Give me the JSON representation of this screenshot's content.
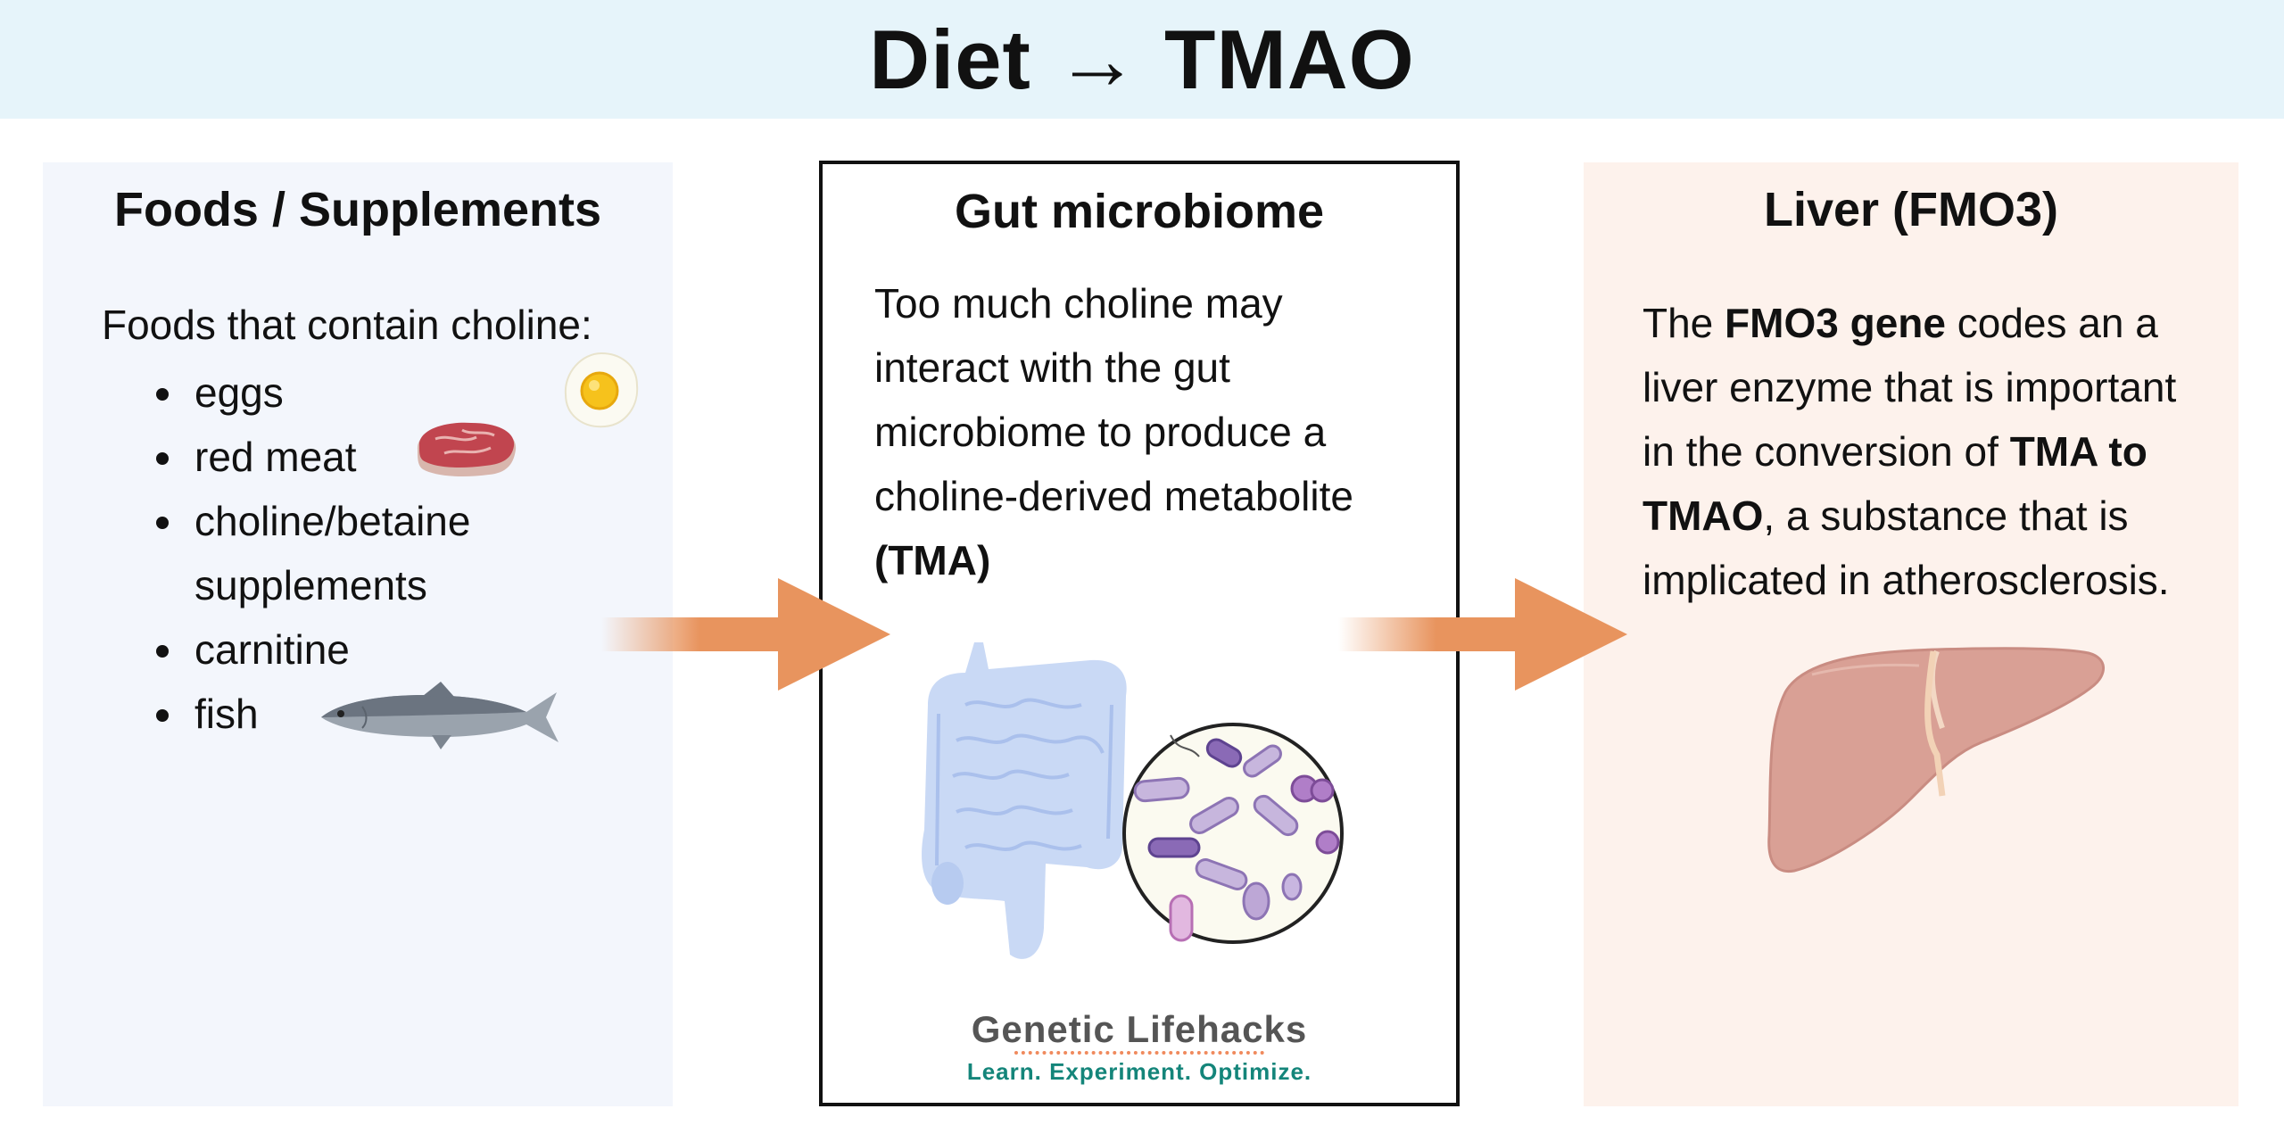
{
  "title": "Diet → TMAO",
  "foods": {
    "heading": "Foods / Supplements",
    "intro": "Foods that contain choline:",
    "items": [
      "eggs",
      "red meat",
      "choline/betaine supplements",
      "carnitine",
      "fish"
    ]
  },
  "gut": {
    "heading": "Gut microbiome",
    "text_before": "Too much choline may interact with the gut microbiome to produce a choline-derived metabolite ",
    "text_bold": "(TMA)"
  },
  "liver": {
    "heading": "Liver (FMO3)",
    "t1": "The ",
    "b1": "FMO3 gene",
    "t2": " codes an a liver enzyme that is important in the conversion of ",
    "b2": "TMA to TMAO",
    "t3": ", a substance that is implicated in atherosclerosis."
  },
  "logo": {
    "name": "Genetic Lifehacks",
    "tagline": "Learn. Experiment. Optimize."
  },
  "colors": {
    "arrow": "#e8945e",
    "title_bg": "#e6f4fa",
    "left_bg": "#f3f6fc",
    "right_bg": "#fdf2ec"
  }
}
